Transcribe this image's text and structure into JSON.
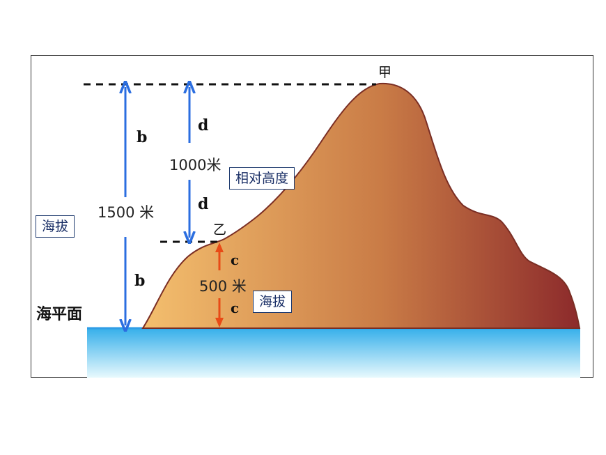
{
  "labels": {
    "peak": "甲",
    "saddle": "乙",
    "sea_level": "海平面",
    "b": "b",
    "d": "d",
    "c": "c",
    "h1500": "1500 米",
    "h1000": "1000米",
    "h500": "500 米"
  },
  "boxes": {
    "left_altitude": "海拔",
    "relative_height": "相对高度",
    "lower_altitude": "海拔"
  },
  "colors": {
    "blue_arrow": "#2b6ee0",
    "red_arrow": "#e84a16",
    "mountain_light": "#f2b968",
    "mountain_mid": "#c97a45",
    "mountain_dark": "#8e2e2a",
    "sea_top": "#36b0ea",
    "sea_bottom": "#e6f8fd"
  }
}
